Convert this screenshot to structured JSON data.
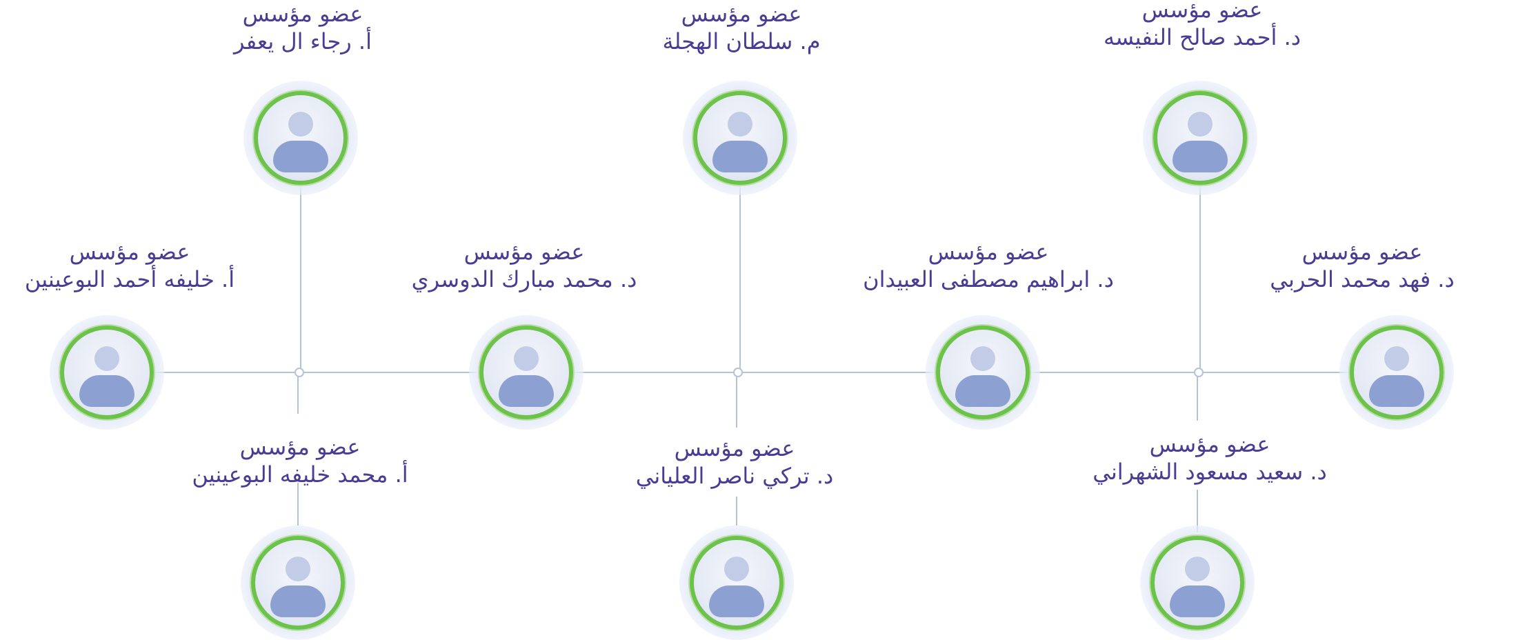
{
  "colors": {
    "text": "#4a3b94",
    "ring": "#6dc24c",
    "connector": "#b3c3d8",
    "avatar_body": "#8ca0d2",
    "avatar_head": "#c3cce6"
  },
  "members": [
    {
      "role": "عضو مؤسس",
      "name": "أ. رجاء ال يعفر",
      "icon": "user-avatar-icon"
    },
    {
      "role": "عضو مؤسس",
      "name": "م. سلطان الهجلة",
      "icon": "user-avatar-icon"
    },
    {
      "role": "عضو مؤسس",
      "name": "د. أحمد صالح النفيسه",
      "icon": "user-avatar-icon"
    },
    {
      "role": "عضو مؤسس",
      "name": "أ. خليفه أحمد البوعينين",
      "icon": "user-avatar-icon"
    },
    {
      "role": "عضو مؤسس",
      "name": "د. محمد مبارك الدوسري",
      "icon": "user-avatar-icon"
    },
    {
      "role": "عضو مؤسس",
      "name": "د. ابراهيم مصطفى العبيدان",
      "icon": "user-avatar-icon"
    },
    {
      "role": "عضو مؤسس",
      "name": "د. فهد محمد الحربي",
      "icon": "user-avatar-icon"
    },
    {
      "role": "عضو مؤسس",
      "name": "أ. محمد خليفه البوعينين",
      "icon": "user-avatar-icon"
    },
    {
      "role": "عضو مؤسس",
      "name": "د. تركي ناصر العلياني",
      "icon": "user-avatar-icon"
    },
    {
      "role": "عضو مؤسس",
      "name": "د. سعيد مسعود الشهراني",
      "icon": "user-avatar-icon"
    }
  ]
}
